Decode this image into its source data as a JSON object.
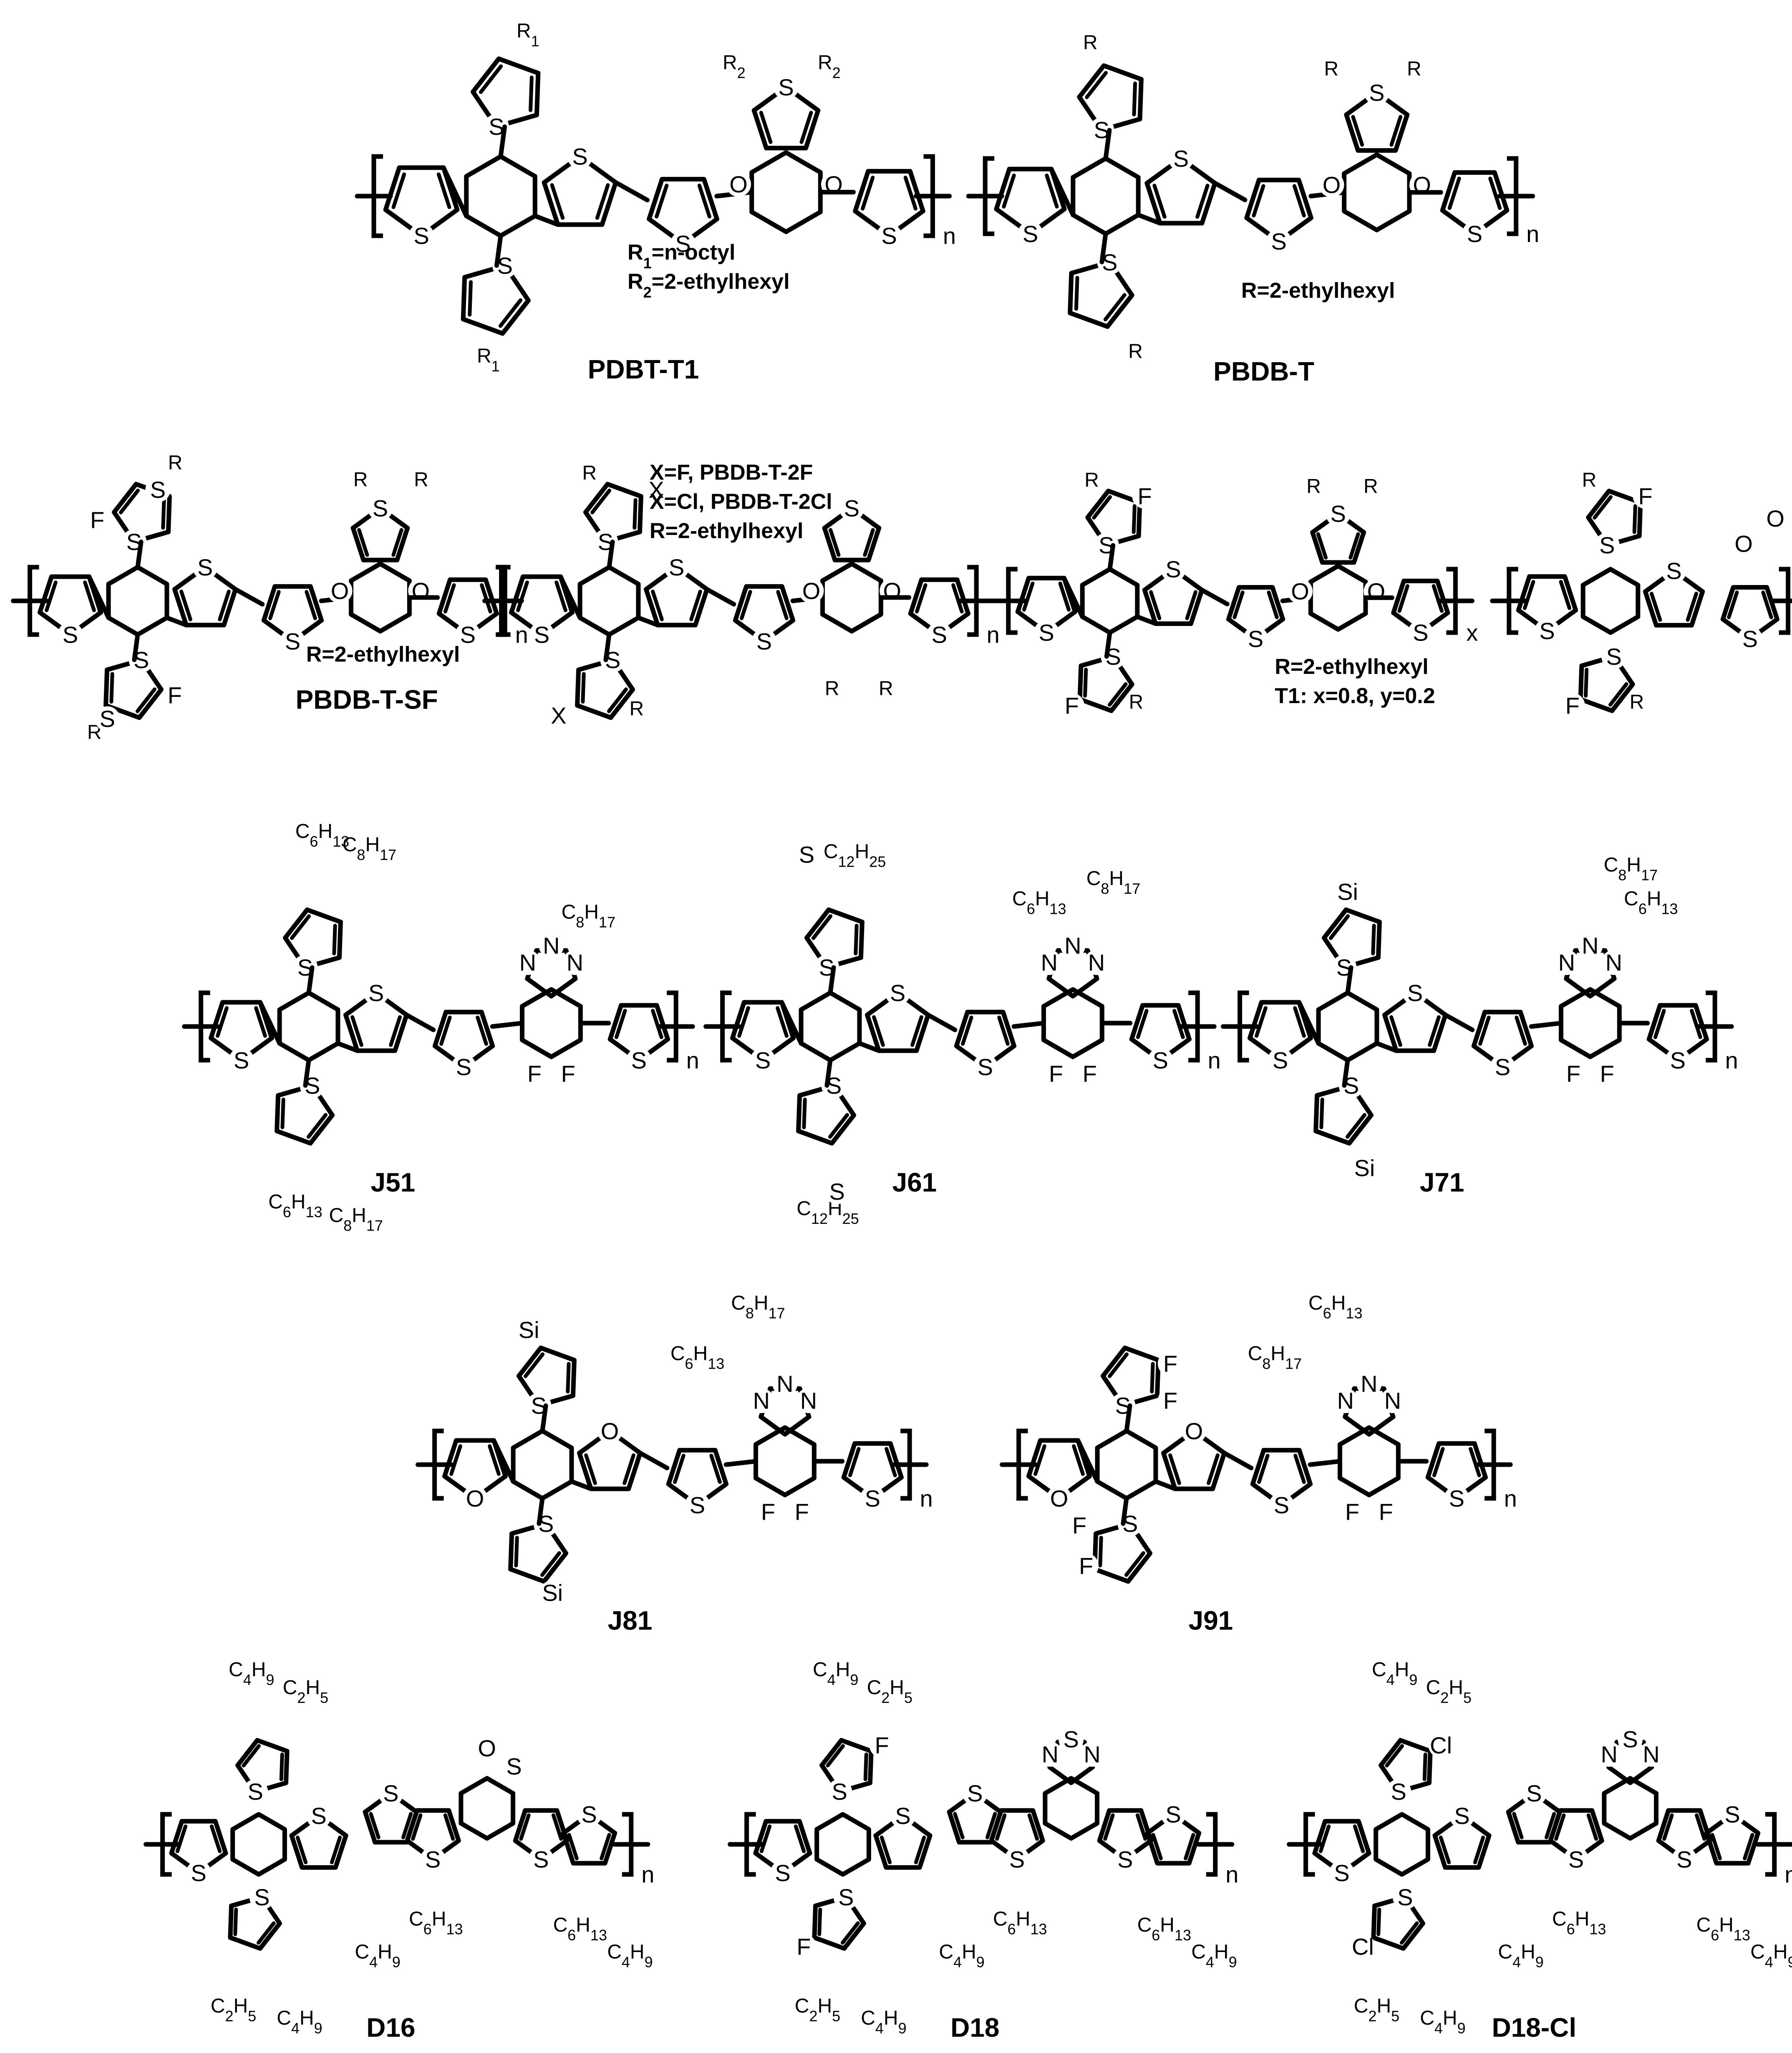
{
  "atoms": {
    "sulfur": "S",
    "oxygen": "O",
    "nitrogen": "N",
    "fluorine": "F",
    "chlorine": "Cl",
    "silicon": "Si",
    "repeat_n": "n",
    "repeat_x": "x",
    "repeat_y": "y"
  },
  "substituents": {
    "R": "R",
    "R1": "R1",
    "R2": "R2",
    "C6H13": "C6H13",
    "C8H17": "C8H17",
    "C12H25": "C12H25",
    "C4H9": "C4H9",
    "C2H5": "C2H5"
  },
  "structures": [
    {
      "id": "pdbt-t1",
      "caption": "PDBT-T1",
      "notes": [
        "R1=n-octyl",
        "R2=2-ethylhexyl"
      ]
    },
    {
      "id": "pbdb-t",
      "caption": "PBDB-T",
      "notes": [
        "R=2-ethylhexyl"
      ]
    },
    {
      "id": "pbdb-t-sf",
      "caption": "PBDB-T-SF",
      "notes": [
        "R=2-ethylhexyl"
      ]
    },
    {
      "id": "pbdb-t-2f",
      "caption": "",
      "notes": [
        "X=F, PBDB-T-2F",
        "X=Cl, PBDB-T-2Cl",
        "R=2-ethylhexyl"
      ]
    },
    {
      "id": "t1",
      "caption": "",
      "notes": [
        "R=2-ethylhexyl",
        "T1: x=0.8, y=0.2"
      ]
    },
    {
      "id": "j51",
      "caption": "J51",
      "notes": []
    },
    {
      "id": "j61",
      "caption": "J61",
      "notes": []
    },
    {
      "id": "j71",
      "caption": "J71",
      "notes": []
    },
    {
      "id": "j81",
      "caption": "J81",
      "notes": []
    },
    {
      "id": "j91",
      "caption": "J91",
      "notes": []
    },
    {
      "id": "d16",
      "caption": "D16",
      "notes": []
    },
    {
      "id": "d18",
      "caption": "D18",
      "notes": []
    },
    {
      "id": "d18-cl",
      "caption": "D18-Cl",
      "notes": []
    }
  ]
}
